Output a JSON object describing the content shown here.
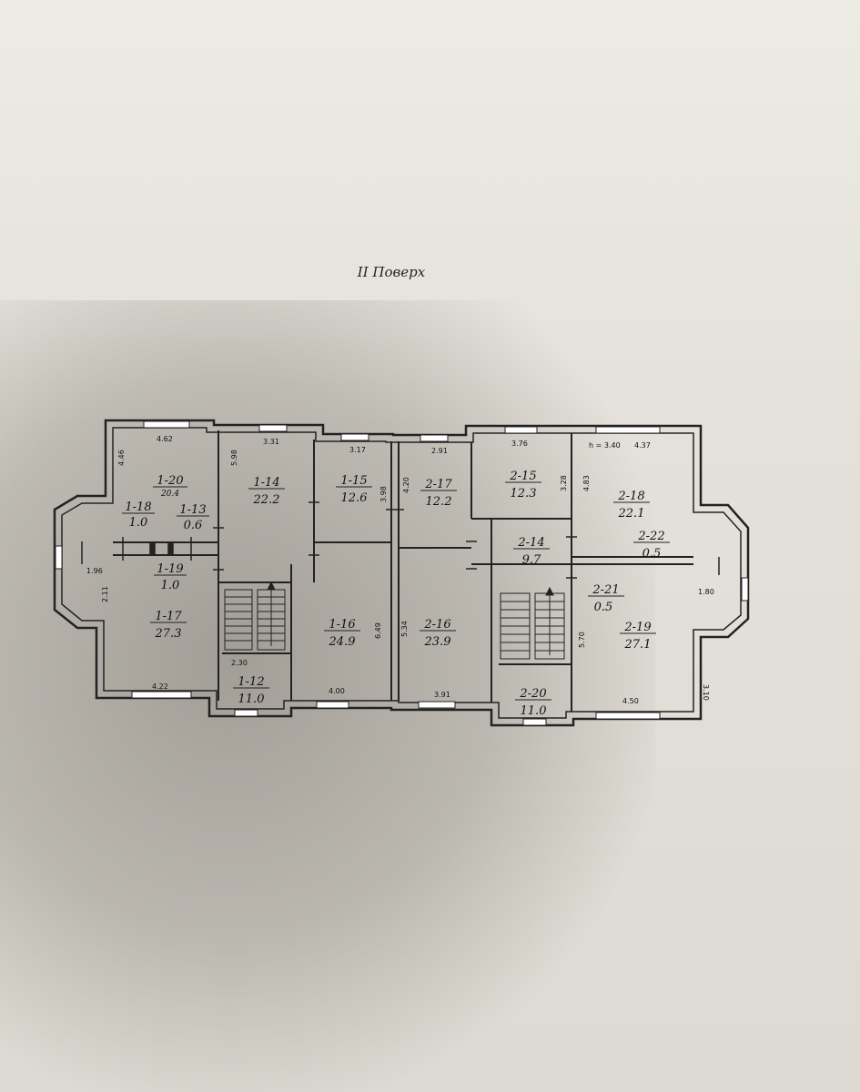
{
  "title": "II Поверх",
  "height_note": "h = 3.40",
  "rooms": [
    {
      "id": "1-20",
      "area": "20.4"
    },
    {
      "id": "1-18",
      "area": "1.0"
    },
    {
      "id": "1-13",
      "area": "0.6"
    },
    {
      "id": "1-19",
      "area": "1.0"
    },
    {
      "id": "1-14",
      "area": "22.2"
    },
    {
      "id": "1-15",
      "area": "12.6"
    },
    {
      "id": "1-17",
      "area": "27.3"
    },
    {
      "id": "1-16",
      "area": "24.9"
    },
    {
      "id": "1-12",
      "area": "11.0"
    },
    {
      "id": "2-17",
      "area": "12.2"
    },
    {
      "id": "2-15",
      "area": "12.3"
    },
    {
      "id": "2-18",
      "area": "22.1"
    },
    {
      "id": "2-14",
      "area": "9.7"
    },
    {
      "id": "2-22",
      "area": "0.5"
    },
    {
      "id": "2-21",
      "area": "0.5"
    },
    {
      "id": "2-16",
      "area": "23.9"
    },
    {
      "id": "2-19",
      "area": "27.1"
    },
    {
      "id": "2-20",
      "area": "11.0"
    }
  ],
  "dimensions": [
    "4.62",
    "4.46",
    "5.98",
    "3.31",
    "3.17",
    "3.98",
    "2.91",
    "4.20",
    "3.76",
    "3.28",
    "4.37",
    "4.83",
    "1.96",
    "2.11",
    "2.30",
    "4.22",
    "6.49",
    "4.00",
    "5.34",
    "3.91",
    "1.80",
    "5.70",
    "4.50",
    "3.10"
  ]
}
